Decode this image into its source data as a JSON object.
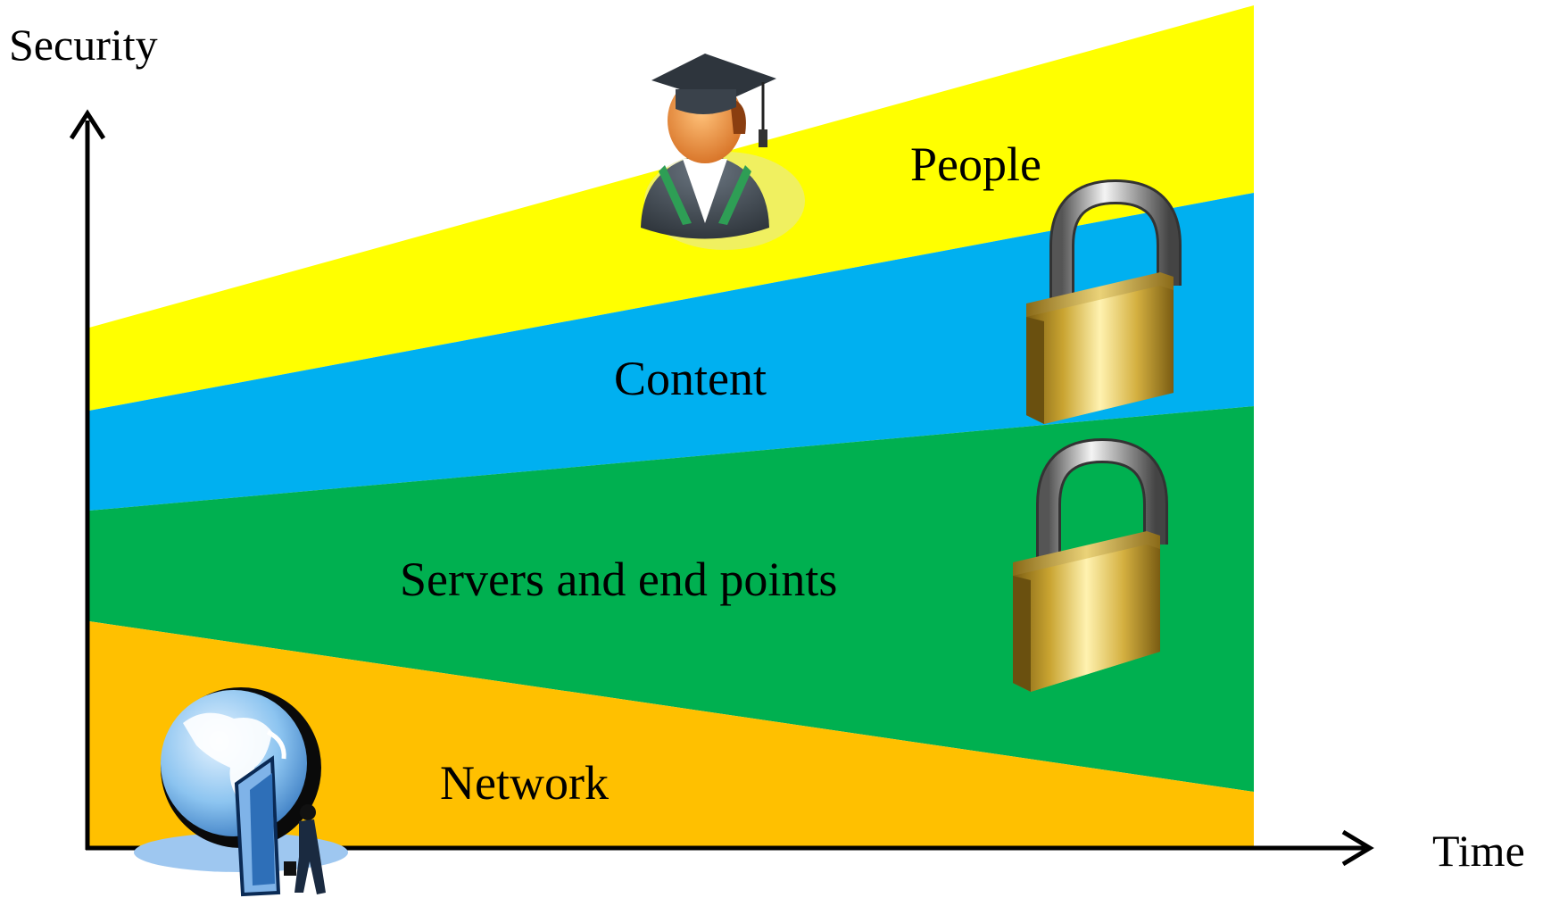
{
  "axes": {
    "y_label": "Security",
    "x_label": "Time"
  },
  "layers": [
    {
      "id": "people",
      "label": "People",
      "color": "#FFFF00"
    },
    {
      "id": "content",
      "label": "Content",
      "color": "#00B0F0"
    },
    {
      "id": "servers",
      "label": "Servers and end points",
      "color": "#00B050"
    },
    {
      "id": "network",
      "label": "Network",
      "color": "#FFC000"
    }
  ],
  "icons": {
    "people": "graduate-person-icon",
    "content": "padlock-icon",
    "servers": "padlock-icon",
    "network": "globe-door-person-icon"
  }
}
